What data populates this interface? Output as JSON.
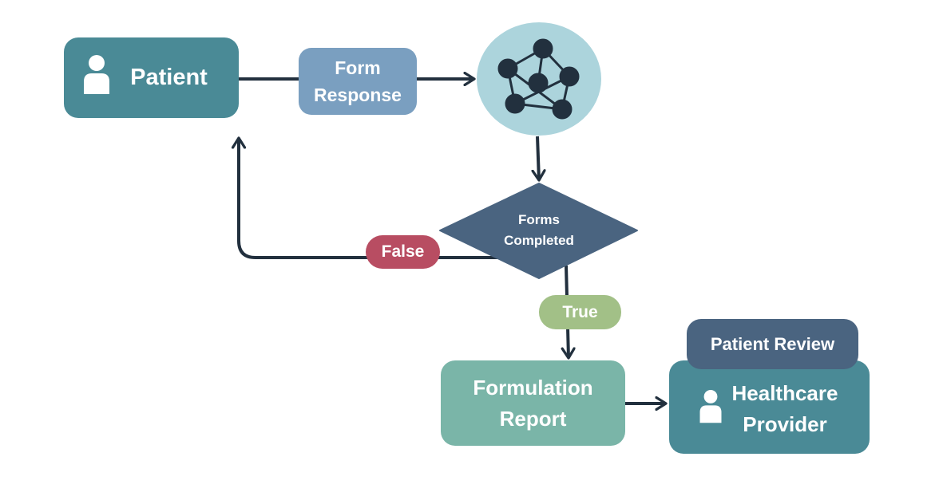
{
  "nodes": {
    "patient": {
      "label": "Patient",
      "icon": "person-icon",
      "color": "#4a8a96"
    },
    "form_response": {
      "line1": "Form",
      "line2": "Response",
      "color": "#7a9fc0"
    },
    "ai_network": {
      "icon": "network-graph-icon",
      "color": "#acd4dc"
    },
    "decision": {
      "line1": "Forms",
      "line2": "Completed",
      "color": "#4a6480"
    },
    "formulation_report": {
      "line1": "Formulation",
      "line2": "Report",
      "color": "#7ab5a8"
    },
    "patient_review": {
      "label": "Patient Review",
      "color": "#4a6480"
    },
    "healthcare_provider": {
      "line1": "Healthcare",
      "line2": "Provider",
      "icon": "person-icon",
      "color": "#4a8a96"
    }
  },
  "edges": {
    "false_label": "False",
    "false_color": "#b84d62",
    "true_label": "True",
    "true_color": "#a2c087",
    "arrow_color": "#22303e"
  }
}
